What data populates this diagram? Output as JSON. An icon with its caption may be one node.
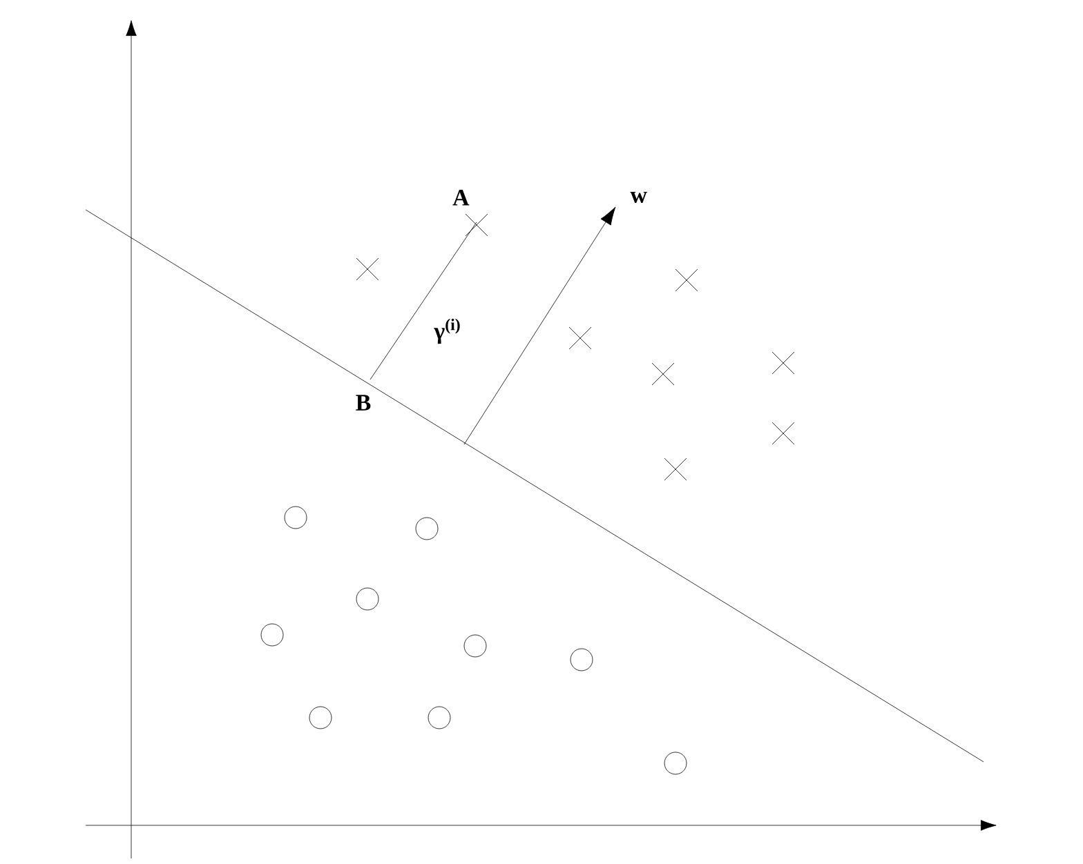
{
  "diagram": {
    "nodes": [
      {
        "text": [
          "A"
        ]
      },
      {
        "text": [
          "B"
        ]
      },
      {
        "text": [
          "w"
        ]
      }
    ],
    "edges": [
      {
        "from": 1,
        "to": 0,
        "arrow": "none"
      },
      {
        "from": null,
        "to": 2,
        "arrow": "to"
      }
    ],
    "labels": [
      "γ$^{(i)}$"
    ]
  }
}
